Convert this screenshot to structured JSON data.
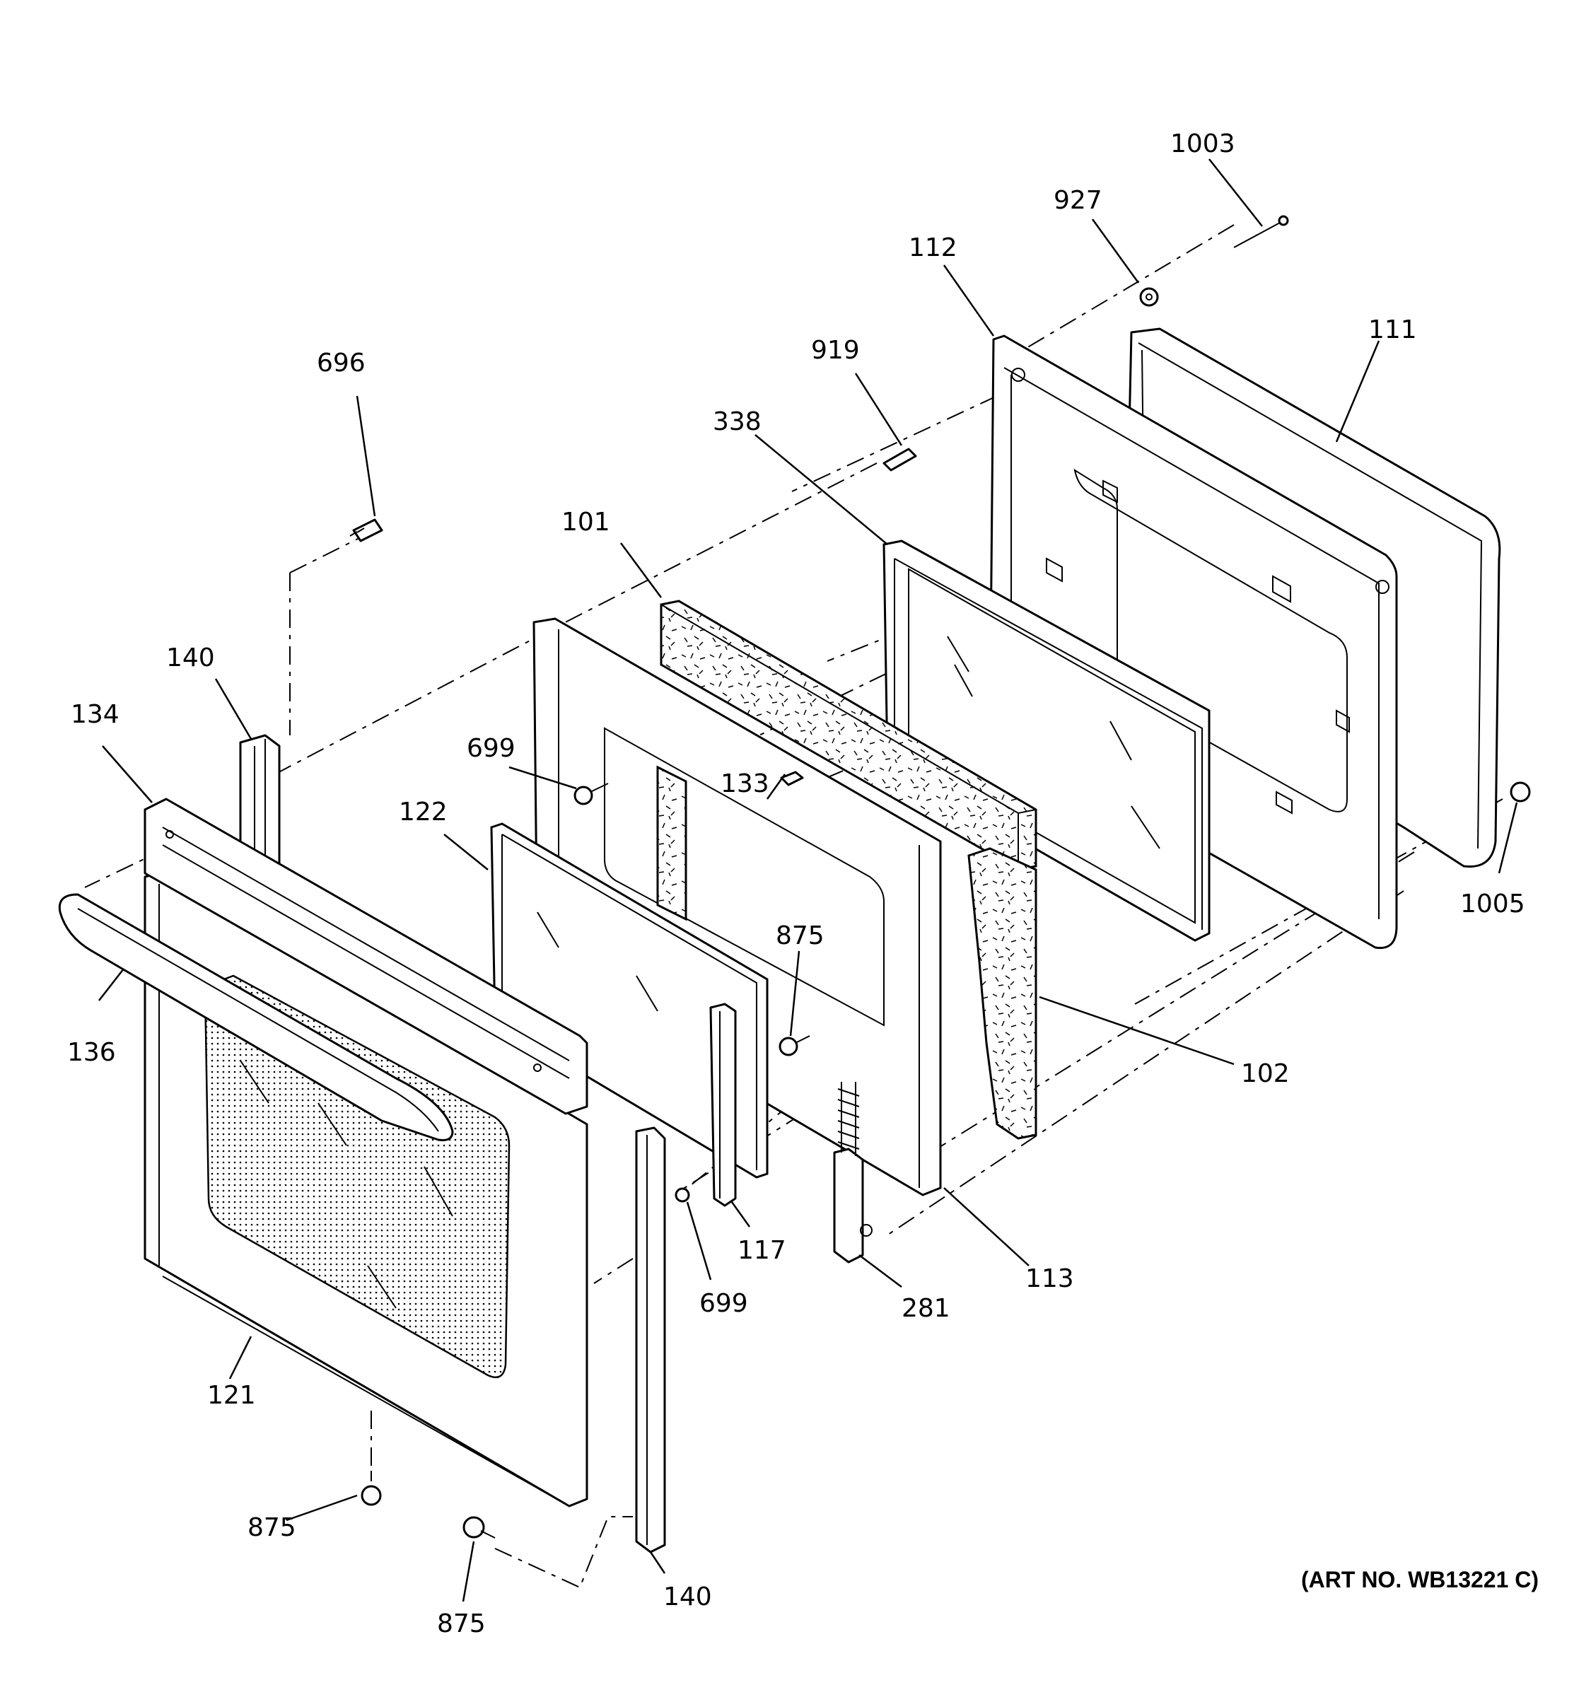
{
  "diagram": {
    "art_number": "(ART NO. WB13221 C)",
    "callouts": [
      {
        "id": "c1003",
        "label": "1003"
      },
      {
        "id": "c927",
        "label": "927"
      },
      {
        "id": "c112",
        "label": "112"
      },
      {
        "id": "c111",
        "label": "111"
      },
      {
        "id": "c919",
        "label": "919"
      },
      {
        "id": "c696",
        "label": "696"
      },
      {
        "id": "c338",
        "label": "338"
      },
      {
        "id": "c101",
        "label": "101"
      },
      {
        "id": "c140a",
        "label": "140"
      },
      {
        "id": "c134",
        "label": "134"
      },
      {
        "id": "c699a",
        "label": "699"
      },
      {
        "id": "c133",
        "label": "133"
      },
      {
        "id": "c122",
        "label": "122"
      },
      {
        "id": "c875a",
        "label": "875"
      },
      {
        "id": "c1005",
        "label": "1005"
      },
      {
        "id": "c136",
        "label": "136"
      },
      {
        "id": "c102",
        "label": "102"
      },
      {
        "id": "c117",
        "label": "117"
      },
      {
        "id": "c699b",
        "label": "699"
      },
      {
        "id": "c113",
        "label": "113"
      },
      {
        "id": "c281",
        "label": "281"
      },
      {
        "id": "c121",
        "label": "121"
      },
      {
        "id": "c875b",
        "label": "875"
      },
      {
        "id": "c875c",
        "label": "875"
      },
      {
        "id": "c140b",
        "label": "140"
      }
    ]
  }
}
